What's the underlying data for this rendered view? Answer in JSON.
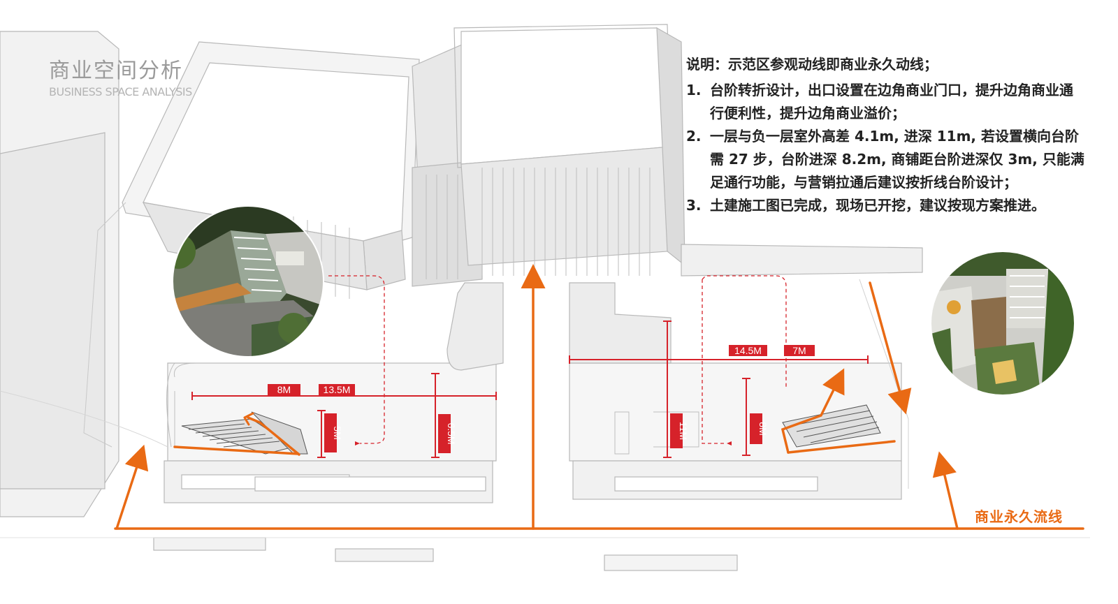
{
  "title": {
    "cn": "商业空间分析",
    "en": "BUSINESS SPACE ANALYSIS"
  },
  "notes": {
    "lead": "说明：示范区参观动线即商业永久动线；",
    "items": [
      {
        "num": "1.",
        "text": "台阶转折设计，出口设置在边角商业门口，提升边角商业通行便利性，提升边角商业溢价；"
      },
      {
        "num": "2.",
        "text": "一层与负一层室外高差 4.1m, 进深 11m, 若设置横向台阶需 27 步，台阶进深 8.2m, 商铺距台阶进深仅 3m, 只能满足通行功能，与营销拉通后建议按折线台阶设计；"
      },
      {
        "num": "3.",
        "text": "土建施工图已完成，现场已开挖，建议按现方案推进。"
      }
    ]
  },
  "flow_label": "商业永久流线",
  "dimensions": {
    "left_h1": "8M",
    "left_h2": "13.5M",
    "left_v1": "5M",
    "left_v2": "6.5M",
    "right_h1": "14.5M",
    "right_h2": "7M",
    "right_v1": "11M",
    "right_v2": "8M"
  },
  "colors": {
    "accent_orange": "#e96a14",
    "dim_red": "#d6222a",
    "building_fill": "#eeeeee",
    "line_gray": "#9e9e9e"
  },
  "icons": {
    "left_inset": "stair-render-photo",
    "right_inset": "stair-render-photo"
  }
}
